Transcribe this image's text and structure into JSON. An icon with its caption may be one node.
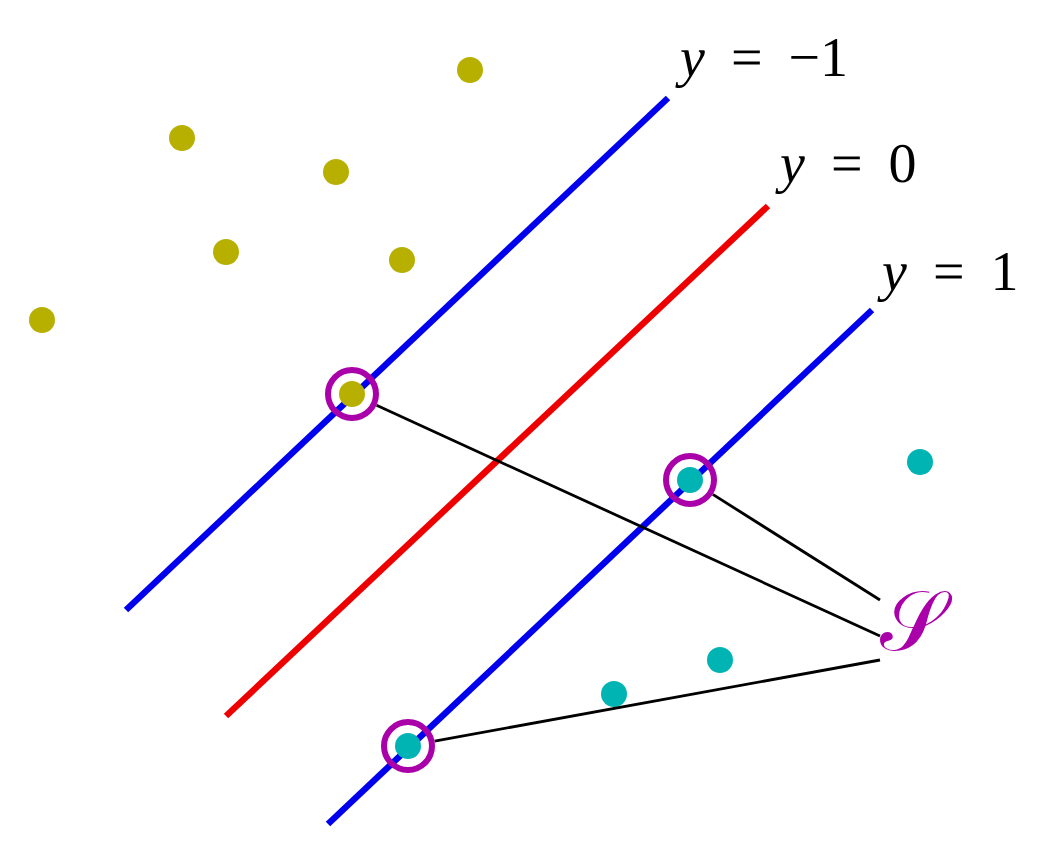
{
  "diagram": {
    "nodes": [
      {
        "text": [],
        "shape": "circle"
      },
      {
        "text": [],
        "shape": "circle"
      },
      {
        "text": [],
        "shape": "circle"
      },
      {
        "text": [
          "𝒮"
        ]
      }
    ],
    "edges": [
      {
        "from": 3,
        "to": 0,
        "arrow": "none"
      },
      {
        "from": 3,
        "to": 1,
        "arrow": "none"
      },
      {
        "from": 3,
        "to": 2,
        "arrow": "none"
      }
    ],
    "labels": [
      "*y* = −1",
      "*y* = 0",
      "*y* = 1"
    ]
  }
}
